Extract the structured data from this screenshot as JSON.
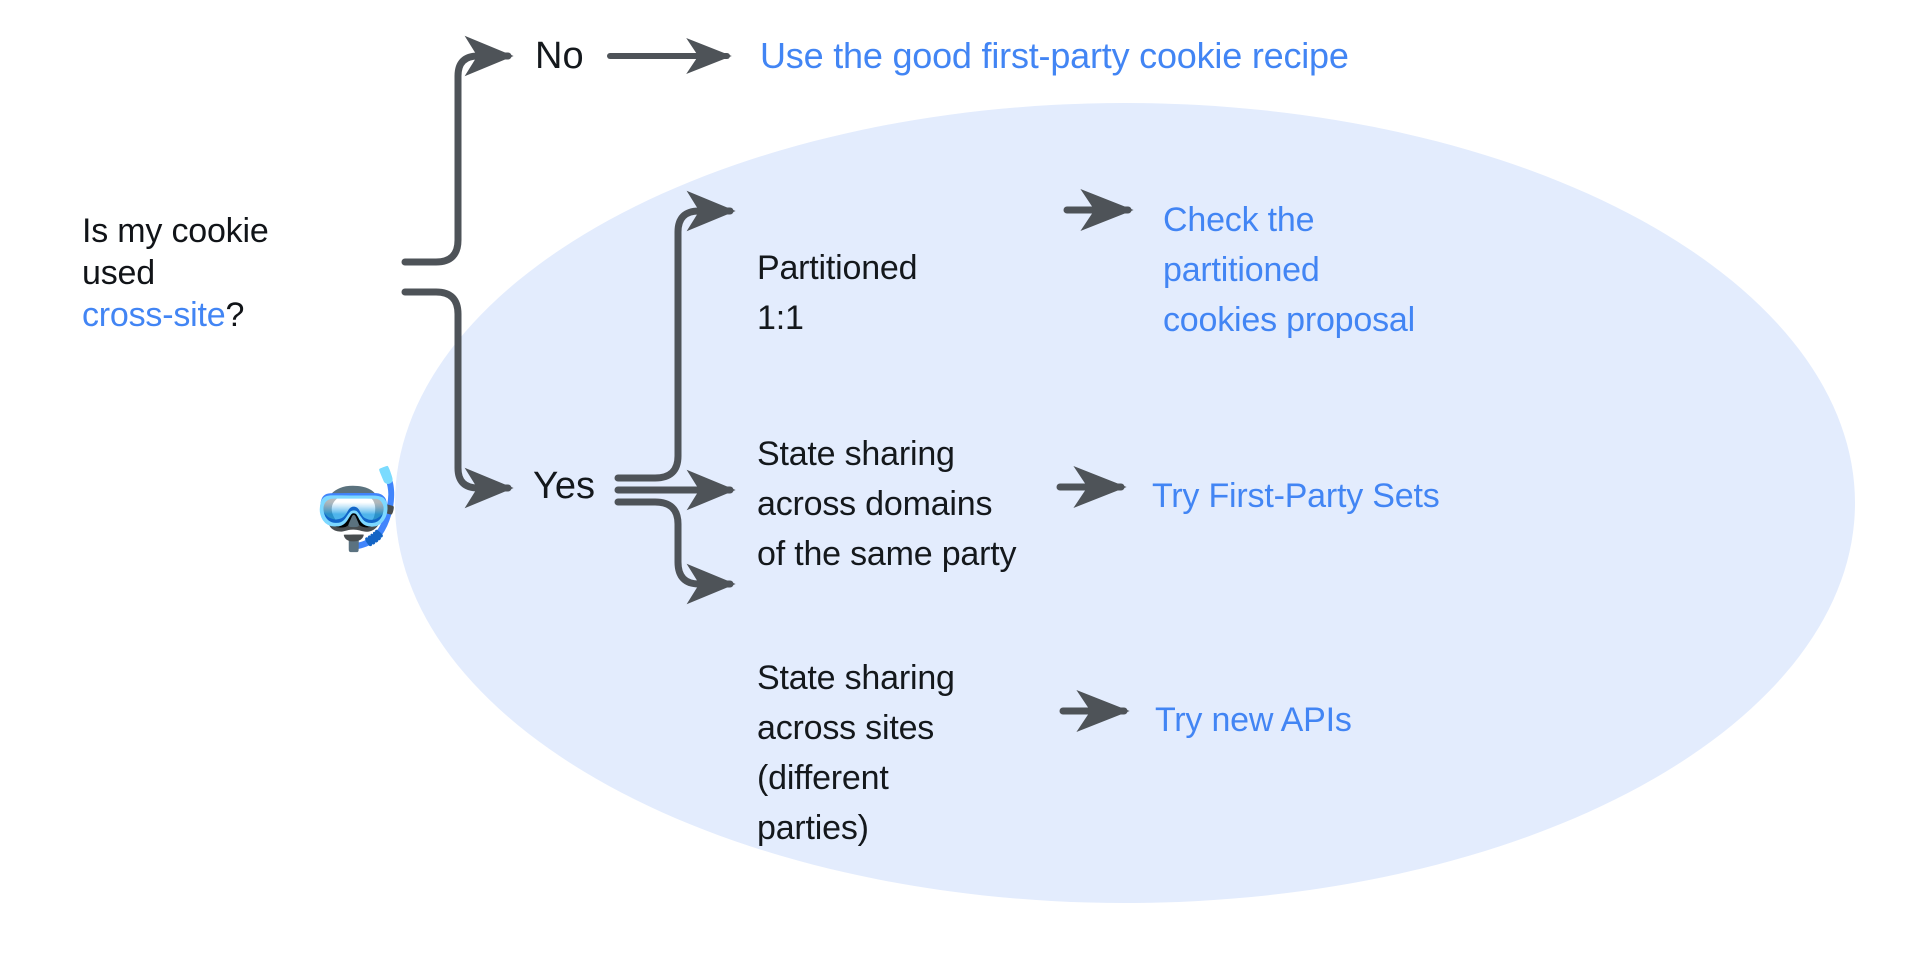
{
  "diagram": {
    "title": "Is my cookie used cross-site?",
    "type": "decision-flowchart",
    "colors": {
      "accent_blue": "#4285F4",
      "text_dark": "#14181C",
      "ellipse_fill": "#E3ECFD",
      "connector_gray": "#4E5358",
      "background": "#FFFFFF"
    },
    "emoji": {
      "name": "diving-mask-emoji",
      "glyph": "🤿"
    }
  },
  "question": {
    "line1": "Is my cookie",
    "line2": "used",
    "accent": "cross-site",
    "suffix": "?"
  },
  "branches": {
    "no": {
      "label": "No",
      "outcome": "Use the good first-party cookie recipe"
    },
    "yes": {
      "label": "Yes",
      "options": [
        {
          "condition_line1": "Partitioned",
          "condition_line2": "1:1",
          "outcome_line1": "Check the",
          "outcome_line2": "partitioned",
          "outcome_line3": "cookies proposal"
        },
        {
          "condition_line1": "State sharing",
          "condition_line2": "across domains",
          "condition_line3": "of the same party",
          "outcome": "Try First-Party Sets"
        },
        {
          "condition_line1": "State sharing",
          "condition_line2": "across sites",
          "condition_line3": "(different",
          "condition_line4": "parties)",
          "outcome": "Try new APIs"
        }
      ]
    }
  }
}
